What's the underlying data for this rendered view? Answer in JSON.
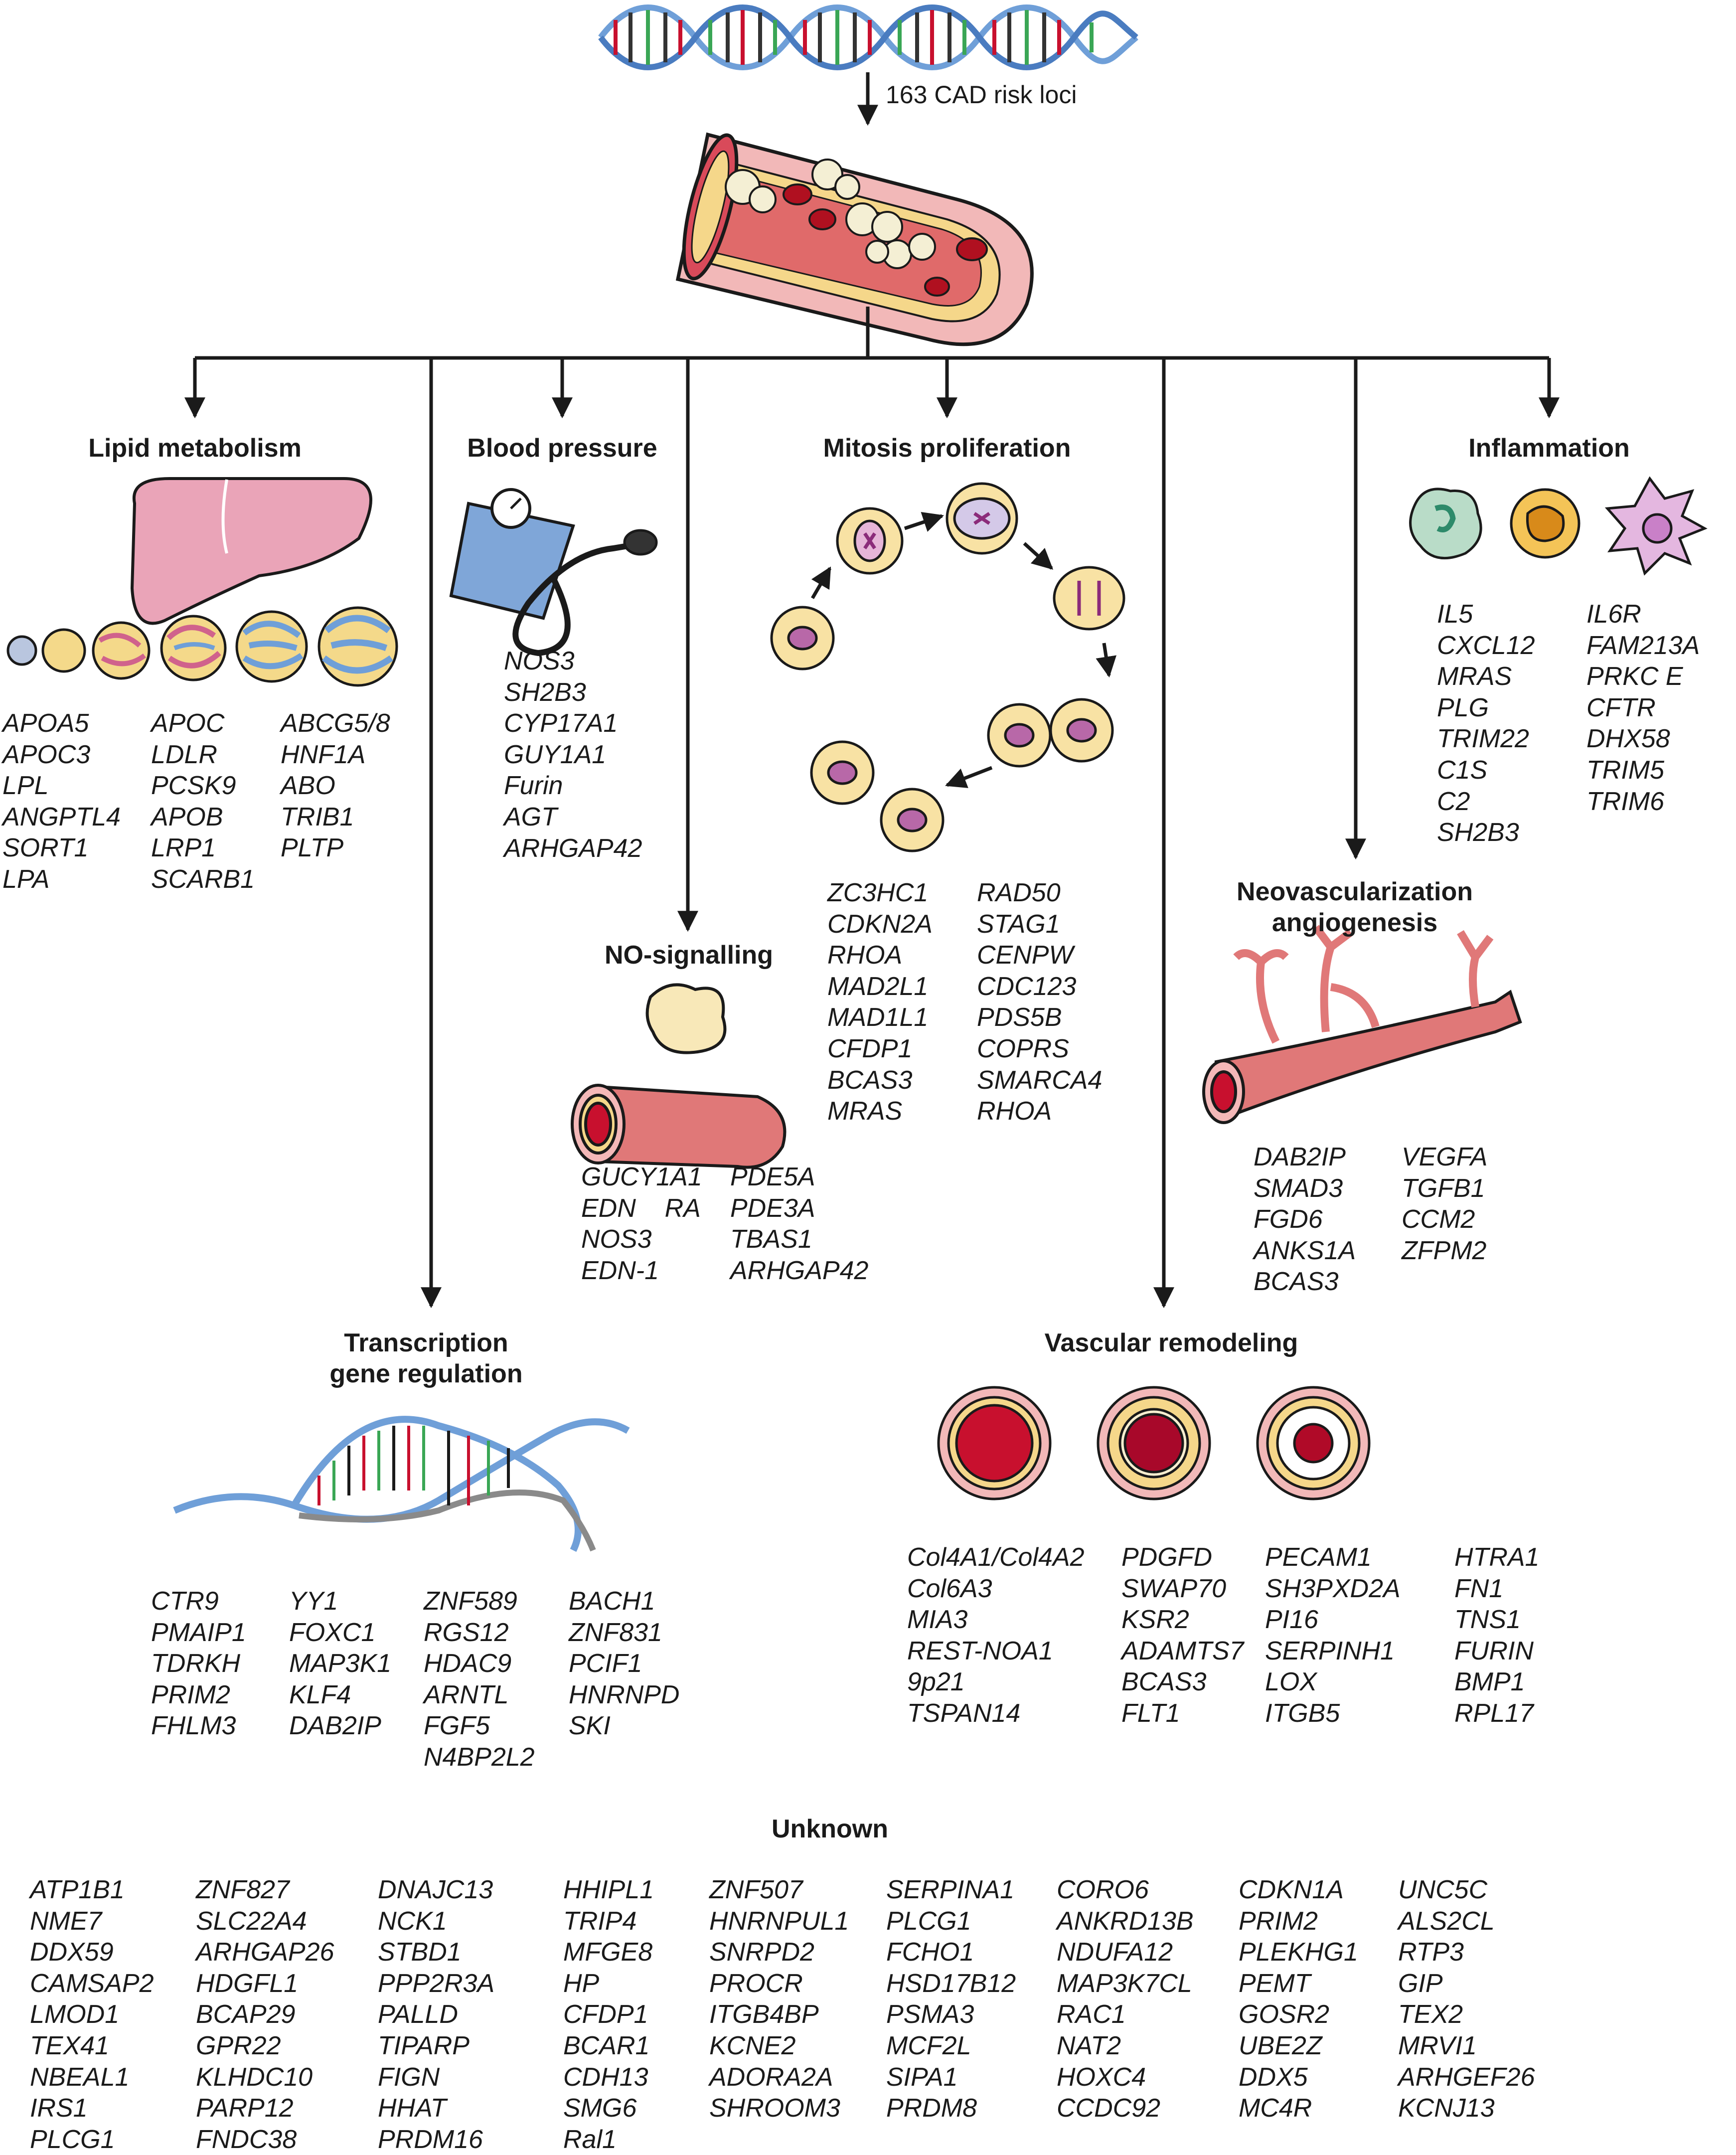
{
  "arrow_label": "163 CAD risk loci",
  "categories": {
    "lipid": {
      "title": "Lipid metabolism",
      "columns": [
        [
          "APOA5",
          "APOC3",
          "LPL",
          "ANGPTL4",
          "SORT1",
          "LPA"
        ],
        [
          "APOC",
          "LDLR",
          "PCSK9",
          "APOB",
          "LRP1",
          "SCARB1"
        ],
        [
          "ABCG5/8",
          "HNF1A",
          "ABO",
          "TRIB1",
          "PLTP"
        ]
      ]
    },
    "bp": {
      "title": "Blood pressure",
      "columns": [
        [
          "NOS3",
          "SH2B3",
          "CYP17A1",
          "GUY1A1",
          "Furin",
          "AGT",
          "ARHGAP42"
        ]
      ]
    },
    "no": {
      "title": "NO-signalling",
      "columns": [
        [
          "GUCY1A1",
          "EDN    RA",
          "NOS3",
          "EDN-1"
        ],
        [
          "PDE5A",
          "PDE3A",
          "TBAS1",
          "ARHGAP42"
        ]
      ]
    },
    "mitosis": {
      "title": "Mitosis proliferation",
      "columns": [
        [
          "ZC3HC1",
          "CDKN2A",
          "RHOA",
          "MAD2L1",
          "MAD1L1",
          "CFDP1",
          "BCAS3",
          "MRAS"
        ],
        [
          "RAD50",
          "STAG1",
          "CENPW",
          "CDC123",
          "PDS5B",
          "COPRS",
          "SMARCA4",
          "RHOA"
        ]
      ]
    },
    "inflammation": {
      "title": "Inflammation",
      "columns": [
        [
          "IL5",
          "CXCL12",
          "MRAS",
          "PLG",
          "TRIM22",
          "C1S",
          "C2",
          "SH2B3"
        ],
        [
          "IL6R",
          "FAM213A",
          "PRKC E",
          "CFTR",
          "DHX58",
          "TRIM5",
          "TRIM6"
        ]
      ]
    },
    "neo": {
      "title_lines": [
        "Neovascularization",
        "angiogenesis"
      ],
      "columns": [
        [
          "DAB2IP",
          "SMAD3",
          "FGD6",
          "ANKS1A",
          "BCAS3"
        ],
        [
          "VEGFA",
          "TGFB1",
          "CCM2",
          "ZFPM2"
        ]
      ]
    },
    "transcription": {
      "title_lines": [
        "Transcription",
        "gene regulation"
      ],
      "columns": [
        [
          "CTR9",
          "PMAIP1",
          "TDRKH",
          "PRIM2",
          "FHLM3"
        ],
        [
          "YY1",
          "FOXC1",
          "MAP3K1",
          "KLF4",
          "DAB2IP"
        ],
        [
          "ZNF589",
          "RGS12",
          "HDAC9",
          "ARNTL",
          "FGF5",
          "N4BP2L2"
        ],
        [
          "BACH1",
          "ZNF831",
          "PCIF1",
          "HNRNPD",
          "SKI"
        ]
      ]
    },
    "vascular": {
      "title": "Vascular remodeling",
      "columns": [
        [
          "Col4A1/Col4A2",
          "Col6A3",
          "MIA3",
          "REST-NOA1",
          "9p21",
          "TSPAN14"
        ],
        [
          "PDGFD",
          "SWAP70",
          "KSR2",
          "ADAMTS7",
          "BCAS3",
          "FLT1"
        ],
        [
          "PECAM1",
          "SH3PXD2A",
          "PI16",
          "SERPINH1",
          "LOX",
          "ITGB5"
        ],
        [
          "HTRA1",
          "FN1",
          "TNS1",
          "FURIN",
          "BMP1",
          "RPL17"
        ]
      ]
    },
    "unknown": {
      "title": "Unknown",
      "columns": [
        [
          "ATP1B1",
          "NME7",
          "DDX59",
          "CAMSAP2",
          "LMOD1",
          "TEX41",
          "NBEAL1",
          "IRS1",
          "PLCG1"
        ],
        [
          "ZNF827",
          "SLC22A4",
          "ARHGAP26",
          "HDGFL1",
          "BCAP29",
          "GPR22",
          "KLHDC10",
          "PARP12",
          "FNDC38"
        ],
        [
          "DNAJC13",
          "NCK1",
          "STBD1",
          "PPP2R3A",
          "PALLD",
          "TIPARP",
          "FIGN",
          "HHAT",
          "PRDM16"
        ],
        [
          "HHIPL1",
          "TRIP4",
          "MFGE8",
          "HP",
          "CFDP1",
          "BCAR1",
          "CDH13",
          "SMG6",
          "Ral1"
        ],
        [
          "ZNF507",
          "HNRNPUL1",
          "SNRPD2",
          "PROCR",
          "ITGB4BP",
          "KCNE2",
          "ADORA2A",
          "SHROOM3"
        ],
        [
          "SERPINA1",
          "PLCG1",
          "FCHO1",
          "HSD17B12",
          "PSMA3",
          "MCF2L",
          "SIPA1",
          "PRDM8"
        ],
        [
          "CORO6",
          "ANKRD13B",
          "NDUFA12",
          "MAP3K7CL",
          "RAC1",
          "NAT2",
          "HOXC4",
          "CCDC92"
        ],
        [
          "CDKN1A",
          "PRIM2",
          "PLEKHG1",
          "PEMT",
          "GOSR2",
          "UBE2Z",
          "DDX5",
          "MC4R"
        ],
        [
          "UNC5C",
          "ALS2CL",
          "RTP3",
          "GIP",
          "TEX2",
          "MRVI1",
          "ARHGEF26",
          "KCNJ13"
        ]
      ]
    }
  },
  "colors": {
    "artery_wall": "#f2b8b8",
    "lumen": "#c8102e",
    "plaque": "#f5e6a8",
    "dna": "#6f9fd8",
    "liver": "#eaa4b8",
    "cuff": "#7fa6d8",
    "cell": "#f8e2a4",
    "chromosome": "#8b2b7a"
  }
}
